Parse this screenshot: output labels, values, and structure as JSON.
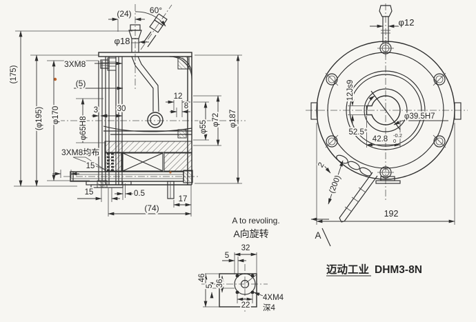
{
  "drawing": {
    "caption": {
      "brand": "迈动工业",
      "model": "DHM3-8N"
    },
    "section_view": {
      "dims": {
        "d24": "(24)",
        "d60": "60°",
        "d18": "φ18",
        "d175": "(175)",
        "d3xm8": "3XM8",
        "d5": "(5)",
        "d195": "(φ195)",
        "d170": "φ170",
        "d65": "φ65H8",
        "d3": "3",
        "d30": "30",
        "d12": "12",
        "d8": "8",
        "d55": "φ55",
        "d72": "φ72",
        "d187": "φ187",
        "d3xm8jb": "3XM8均布",
        "d15a": "15",
        "d15b": "15",
        "d05": "0.5",
        "d74": "(74)",
        "d17": "17"
      }
    },
    "end_view": {
      "dims": {
        "d12": "φ12",
        "dkey": "12Js9",
        "dbore": "φ39.5H7",
        "dang": "52.5°",
        "d428": "42.8",
        "d428_tol_upper": "-0.2",
        "d428_tol_lower": "0",
        "d2": "2",
        "d200": "(200)",
        "d192": "192",
        "dA": "A"
      }
    },
    "detail_view": {
      "title_en": "A to revoling.",
      "title_zh": "A向旋转",
      "dims": {
        "d32": "32",
        "d5t": "5",
        "d46": "46",
        "d5l": "5",
        "d36": "36",
        "d22": "22",
        "dthread": "4XM4",
        "ddepth": "深4"
      }
    }
  }
}
